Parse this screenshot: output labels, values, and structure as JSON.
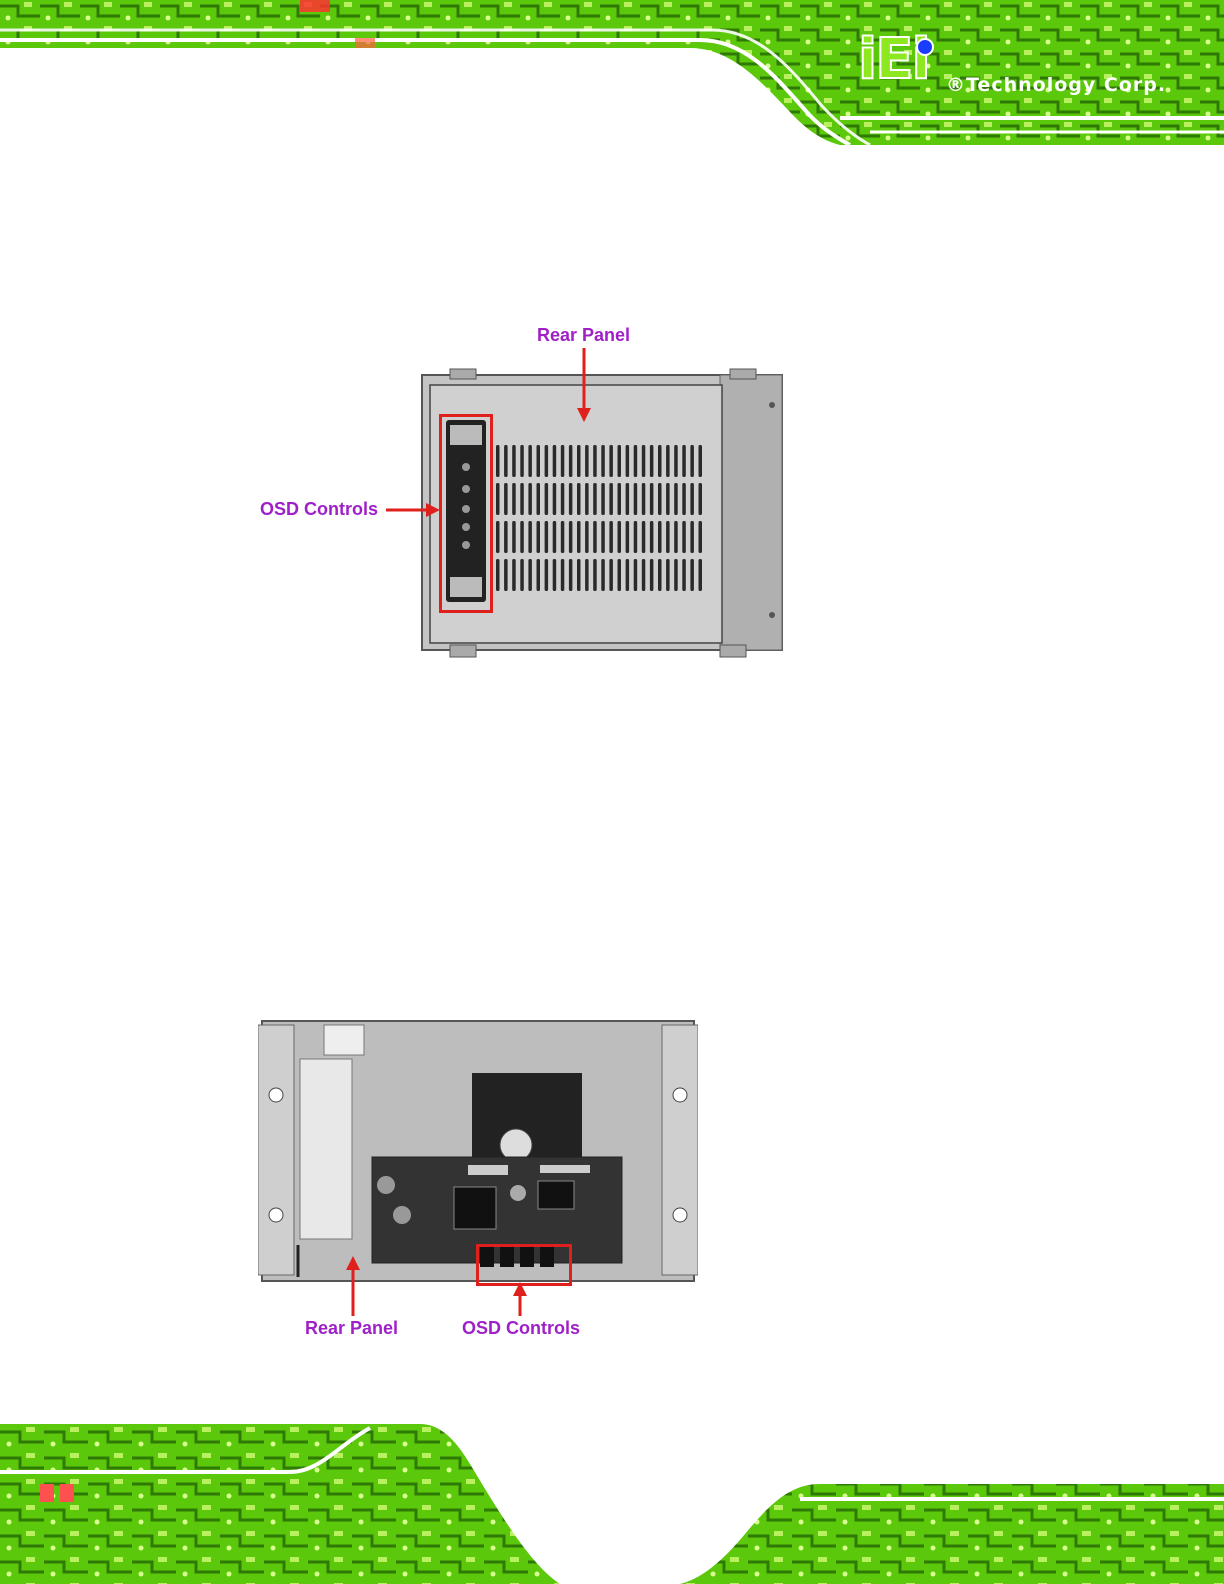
{
  "header": {
    "logo_mark": "iEi",
    "company": "®Technology Corp."
  },
  "figure1": {
    "label_rear_panel": "Rear Panel",
    "label_osd_controls": "OSD Controls"
  },
  "figure2": {
    "label_rear_panel": "Rear Panel",
    "label_osd_controls": "OSD Controls"
  },
  "colors": {
    "circuit_green": "#6fdc10",
    "circuit_dark": "#2f6e08",
    "callout_text": "#a020c8",
    "callout_arrow": "#e0201c"
  }
}
